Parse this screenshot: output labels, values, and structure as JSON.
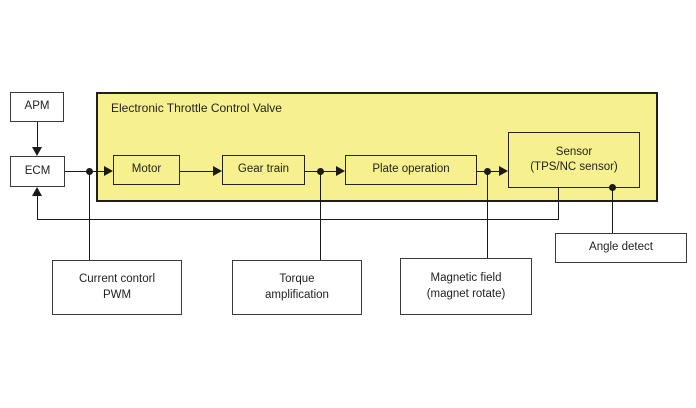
{
  "diagram": {
    "container_title": "Electronic Throttle Control Valve",
    "nodes": {
      "apm": {
        "label": "APM"
      },
      "ecm": {
        "label": "ECM"
      },
      "motor": {
        "label": "Motor"
      },
      "gear_train": {
        "label": "Gear train"
      },
      "plate_operation": {
        "label": "Plate operation"
      },
      "sensor": {
        "line1": "Sensor",
        "line2": "(TPS/NC sensor)"
      },
      "current_control_pwm": {
        "line1": "Current contorl",
        "line2": "PWM"
      },
      "torque_amplification": {
        "line1": "Torque",
        "line2": "amplification"
      },
      "magnetic_field": {
        "line1": "Magnetic field",
        "line2": "(magnet rotate)"
      },
      "angle_detect": {
        "label": "Angle detect"
      }
    },
    "connections": [
      {
        "from": "APM",
        "to": "ECM",
        "style": "arrow"
      },
      {
        "from": "ECM",
        "to": "Motor",
        "style": "arrow"
      },
      {
        "from": "Motor",
        "to": "Gear train",
        "style": "arrow"
      },
      {
        "from": "Gear train",
        "to": "Plate operation",
        "style": "arrow"
      },
      {
        "from": "Plate operation",
        "to": "Sensor (TPS/NC sensor)",
        "style": "arrow"
      },
      {
        "from": "ECM-Motor line junction",
        "to": "Current contorl PWM",
        "style": "line"
      },
      {
        "from": "Gear train-Plate operation line junction",
        "to": "Torque amplification",
        "style": "line"
      },
      {
        "from": "Plate operation-Sensor line junction",
        "to": "Magnetic field (magnet rotate)",
        "style": "line"
      },
      {
        "from": "Sensor (TPS/NC sensor)",
        "to": "Angle detect",
        "style": "line"
      },
      {
        "from": "Sensor (TPS/NC sensor)",
        "to": "ECM",
        "style": "arrow-feedback"
      }
    ],
    "colors": {
      "background": "#ffffff",
      "container_fill": "#f6f08e",
      "line": "#1a1a1a",
      "text": "#1f1f1f"
    }
  }
}
